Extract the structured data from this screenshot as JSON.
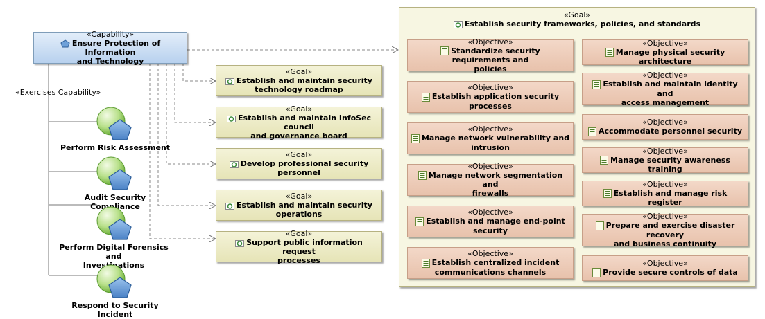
{
  "capability": {
    "stereotype": "«Capability»",
    "name_line1": "Ensure Protection of Information",
    "name_line2": "and Technology"
  },
  "exercises_label": "«Exercises Capability»",
  "sub_capabilities": [
    {
      "label": "Perform Risk Assessment"
    },
    {
      "label": "Audit Security Compliance"
    },
    {
      "label_line1": "Perform Digital Forensics and",
      "label_line2": "Investigations"
    },
    {
      "label": "Respond to Security Incident"
    }
  ],
  "goals": [
    {
      "stereotype": "«Goal»",
      "line1": "Establish and maintain security",
      "line2": "technology roadmap"
    },
    {
      "stereotype": "«Goal»",
      "line1": "Establish and maintain InfoSec council",
      "line2": "and governance board"
    },
    {
      "stereotype": "«Goal»",
      "line1": "Develop professional security",
      "line2": "personnel"
    },
    {
      "stereotype": "«Goal»",
      "line1": "Establish and maintain security",
      "line2": "operations"
    },
    {
      "stereotype": "«Goal»",
      "line1": "Support public information request",
      "line2": "processes"
    }
  ],
  "main_goal": {
    "stereotype": "«Goal»",
    "name": "Establish security frameworks, policies, and standards"
  },
  "objectives_left": [
    {
      "stereotype": "«Objective»",
      "line1": "Standardize security requirements and",
      "line2": "policies"
    },
    {
      "stereotype": "«Objective»",
      "line1": "Establish application security",
      "line2": "processes"
    },
    {
      "stereotype": "«Objective»",
      "line1": "Manage network vulnerability and",
      "line2": "intrusion"
    },
    {
      "stereotype": "«Objective»",
      "line1": "Manage network segmentation and",
      "line2": "firewalls"
    },
    {
      "stereotype": "«Objective»",
      "line1": "Establish and manage end-point",
      "line2": "security"
    },
    {
      "stereotype": "«Objective»",
      "line1": "Establish centralized incident",
      "line2": "communications channels"
    }
  ],
  "objectives_right": [
    {
      "stereotype": "«Objective»",
      "line1": "Manage physical security architecture",
      "line2": ""
    },
    {
      "stereotype": "«Objective»",
      "line1": "Establish and maintain identity and",
      "line2": "access management"
    },
    {
      "stereotype": "«Objective»",
      "line1": "Accommodate personnel security",
      "line2": ""
    },
    {
      "stereotype": "«Objective»",
      "line1": "Manage security awareness training",
      "line2": ""
    },
    {
      "stereotype": "«Objective»",
      "line1": "Establish and manage risk register",
      "line2": ""
    },
    {
      "stereotype": "«Objective»",
      "line1": "Prepare and exercise disaster recovery",
      "line2": "and business continuity"
    },
    {
      "stereotype": "«Objective»",
      "line1": "Provide secure controls of data",
      "line2": ""
    }
  ]
}
